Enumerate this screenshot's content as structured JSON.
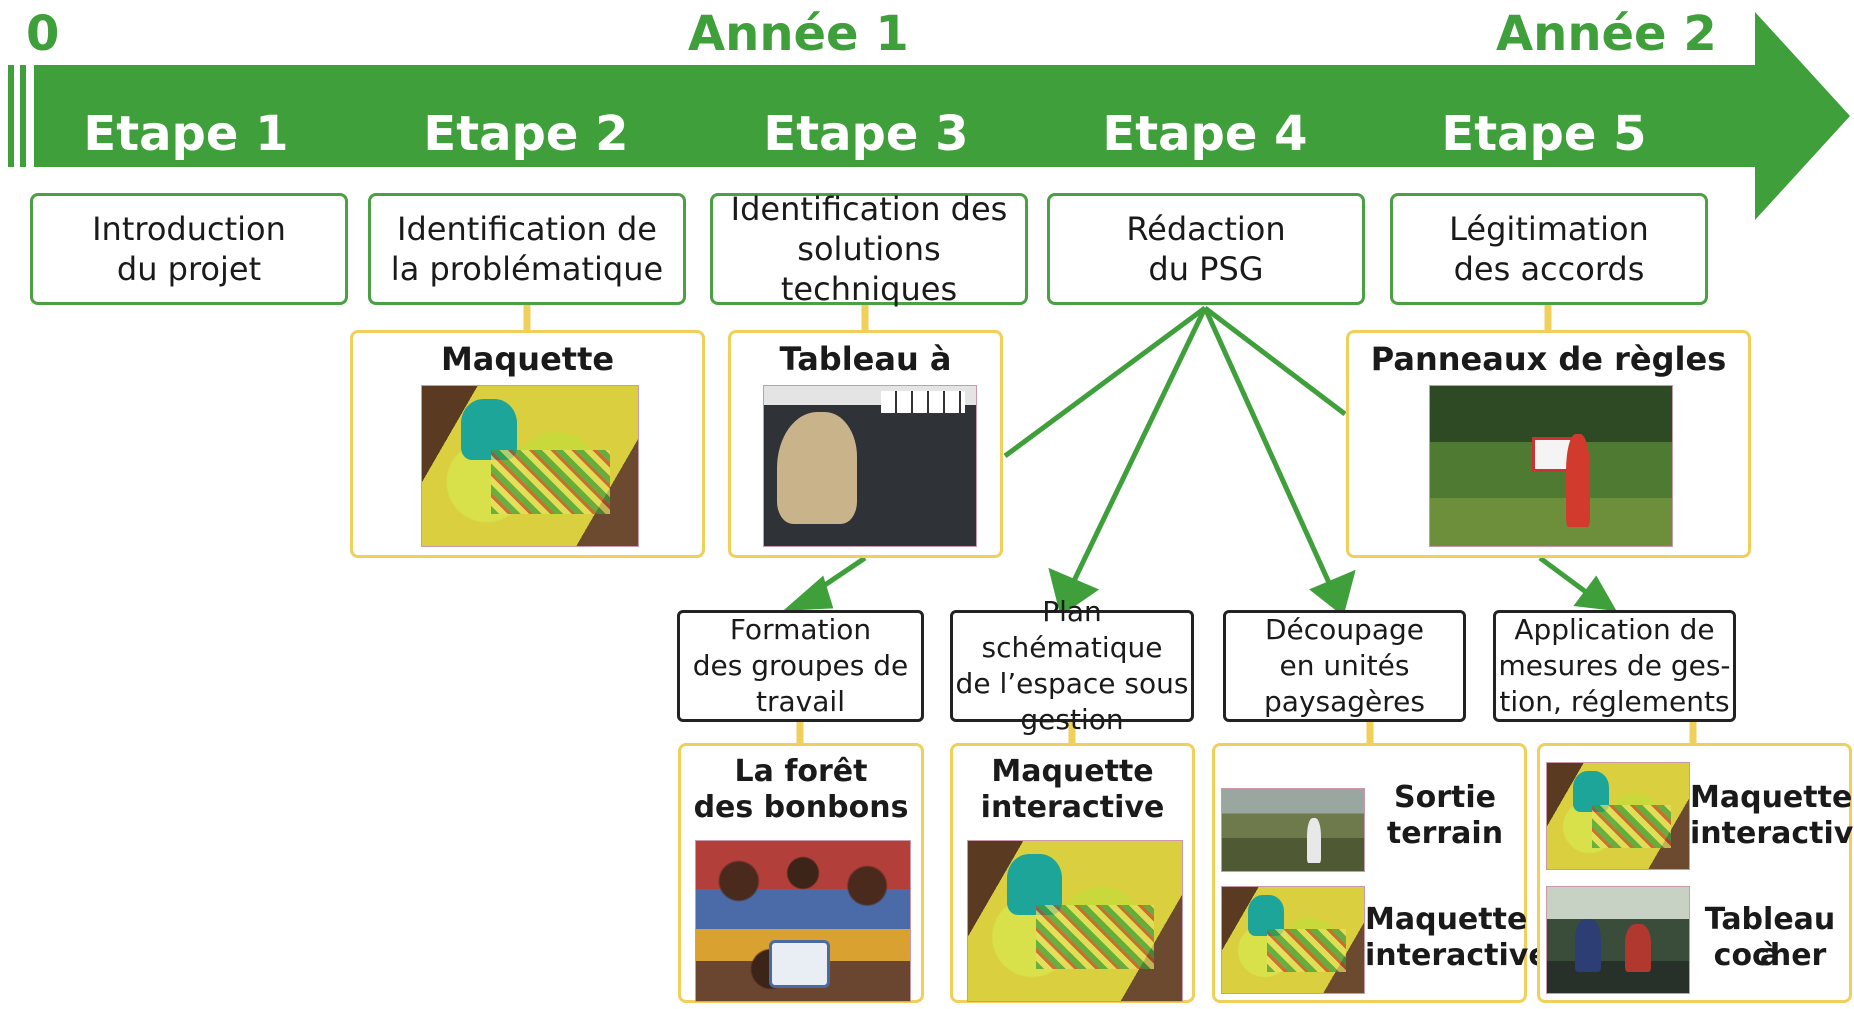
{
  "colors": {
    "arrow_green": "#3f9f3a",
    "yellow_border": "#f0cf5a",
    "black_border": "#222222"
  },
  "timeline": {
    "start": "0",
    "year1": "Année 1",
    "year2": "Année 2"
  },
  "etapes": [
    "Etape 1",
    "Etape 2",
    "Etape 3",
    "Etape 4",
    "Etape 5"
  ],
  "green_boxes": [
    {
      "line1": "Introduction",
      "line2": "du projet"
    },
    {
      "line1": "Identification de",
      "line2": "la problématique"
    },
    {
      "line1": "Identification des",
      "line2": "solutions techniques"
    },
    {
      "line1": "Rédaction",
      "line2": "du PSG"
    },
    {
      "line1": "Légitimation",
      "line2": "des accords"
    }
  ],
  "tools_row1": [
    {
      "title": "Maquette interactive"
    },
    {
      "title": "Tableau à icones"
    },
    {
      "title": "Panneaux de règles"
    }
  ],
  "black_boxes": [
    {
      "line1": "Formation",
      "line2": "des groupes de",
      "line3": "travail"
    },
    {
      "line1": "Plan schématique",
      "line2": "de l’espace sous",
      "line3": "gestion"
    },
    {
      "line1": "Découpage",
      "line2": "en unités",
      "line3": "paysagères"
    },
    {
      "line1": "Application de",
      "line2": "mesures de ges-",
      "line3": "tion, réglements"
    }
  ],
  "tools_row2": [
    {
      "line1": "La forêt",
      "line2": "des bonbons"
    },
    {
      "line1": "Maquette",
      "line2": "interactive"
    },
    {
      "a1": "Sortie",
      "a2": "terrain",
      "b1": "Maquette",
      "b2": "interactive"
    },
    {
      "a1": "Maquette",
      "a2": "interactive",
      "b1": "Tableau à",
      "b2": "cocher"
    }
  ]
}
